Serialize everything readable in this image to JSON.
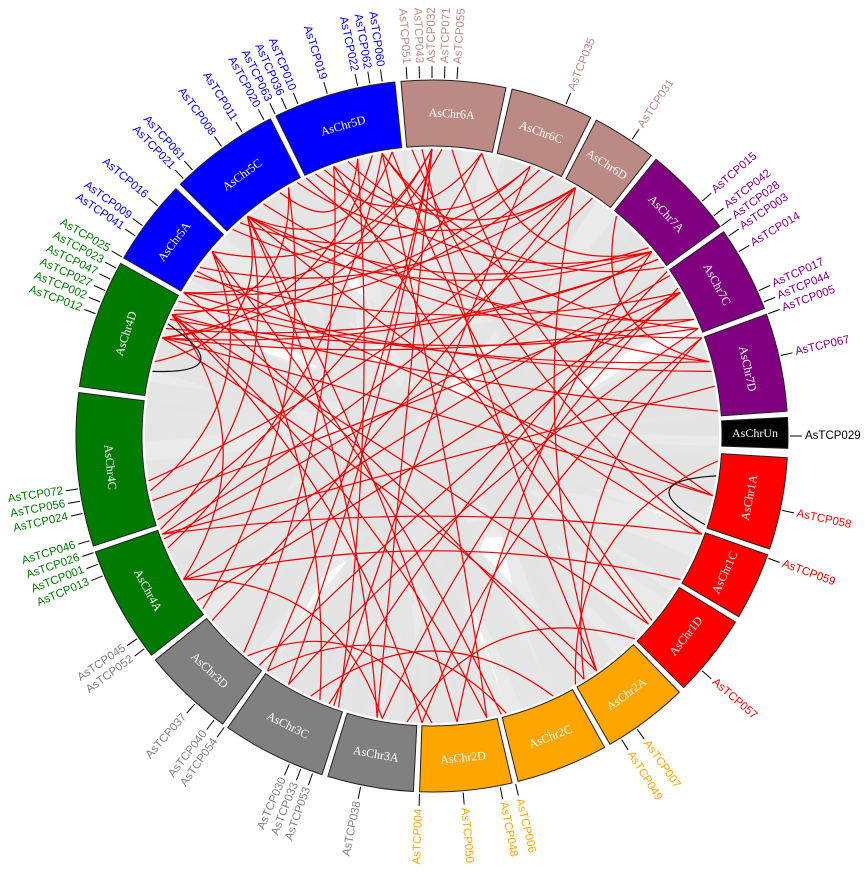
{
  "colors": {
    "link_background": "#e3e3e3",
    "link_highlight": "#ee0000",
    "link_other": "#111111",
    "ideogram_outline": "#222222"
  },
  "chromosomes": [
    {
      "name": "AsChr1A",
      "color": "#ff0000",
      "gene_color": "#ff0000",
      "genes": [
        "AsTCP058"
      ]
    },
    {
      "name": "AsChr1C",
      "color": "#ff0000",
      "gene_color": "#ff0000",
      "genes": [
        "AsTCP059"
      ]
    },
    {
      "name": "AsChr1D",
      "color": "#ff0000",
      "gene_color": "#ff0000",
      "genes": [
        "AsTCP057"
      ]
    },
    {
      "name": "AsChr2A",
      "color": "#ffa500",
      "gene_color": "#ffa500",
      "genes": [
        "AsTCP007",
        "AsTCP049"
      ]
    },
    {
      "name": "AsChr2C",
      "color": "#ffa500",
      "gene_color": "#ffa500",
      "genes": [
        "AsTCP006",
        "AsTCP048"
      ]
    },
    {
      "name": "AsChr2D",
      "color": "#ffa500",
      "gene_color": "#ffa500",
      "genes": [
        "AsTCP050",
        "AsTCP004"
      ]
    },
    {
      "name": "AsChr3A",
      "color": "#808080",
      "gene_color": "#808080",
      "genes": [
        "AsTCP038"
      ]
    },
    {
      "name": "AsChr3C",
      "color": "#808080",
      "gene_color": "#808080",
      "genes": [
        "AsTCP053",
        "AsTCP033",
        "AsTCP030",
        "AsTCP054",
        "AsTCP040"
      ]
    },
    {
      "name": "AsChr3D",
      "color": "#808080",
      "gene_color": "#808080",
      "genes": [
        "AsTCP037",
        "AsTCP052",
        "AsTCP045"
      ]
    },
    {
      "name": "AsChr4A",
      "color": "#007a00",
      "gene_color": "#007a00",
      "genes": [
        "AsTCP013",
        "AsTCP001",
        "AsTCP026",
        "AsTCP046",
        "AsTCP024",
        "AsTCP056",
        "AsTCP072"
      ]
    },
    {
      "name": "AsChr4C",
      "color": "#007a00",
      "gene_color": "#007a00",
      "genes": []
    },
    {
      "name": "AsChr4D",
      "color": "#007a00",
      "gene_color": "#007a00",
      "genes": [
        "AsTCP012",
        "AsTCP002",
        "AsTCP027",
        "AsTCP047",
        "AsTCP023",
        "AsTCP025"
      ]
    },
    {
      "name": "AsChr5A",
      "color": "#0000ff",
      "gene_color": "#0000ff",
      "genes": [
        "AsTCP041",
        "AsTCP009",
        "AsTCP016",
        "AsTCP021",
        "AsTCP061"
      ]
    },
    {
      "name": "AsChr5C",
      "color": "#0000ff",
      "gene_color": "#0000ff",
      "genes": [
        "AsTCP008",
        "AsTCP011",
        "AsTCP020",
        "AsTCP063",
        "AsTCP036"
      ]
    },
    {
      "name": "AsChr5D",
      "color": "#0000ff",
      "gene_color": "#0000ff",
      "genes": [
        "AsTCP010",
        "AsTCP019",
        "AsTCP022",
        "AsTCP062",
        "AsTCP060"
      ]
    },
    {
      "name": "AsChr6A",
      "color": "#bc8a85",
      "gene_color": "#bc8a85",
      "genes": [
        "AsTCP051",
        "AsTCP043",
        "AsTCP032",
        "AsTCP071",
        "AsTCP055"
      ]
    },
    {
      "name": "AsChr6C",
      "color": "#bc8a85",
      "gene_color": "#bc8a85",
      "genes": [
        "AsTCP035"
      ]
    },
    {
      "name": "AsChr6D",
      "color": "#bc8a85",
      "gene_color": "#bc8a85",
      "genes": [
        "AsTCP031"
      ]
    },
    {
      "name": "AsChr7A",
      "color": "#800080",
      "gene_color": "#800080",
      "genes": [
        "AsTCP015",
        "AsTCP042",
        "AsTCP028",
        "AsTCP003",
        "AsTCP014"
      ]
    },
    {
      "name": "AsChr7C",
      "color": "#800080",
      "gene_color": "#800080",
      "genes": [
        "AsTCP017",
        "AsTCP044",
        "AsTCP005"
      ]
    },
    {
      "name": "AsChr7D",
      "color": "#800080",
      "gene_color": "#800080",
      "genes": [
        "AsTCP067"
      ]
    },
    {
      "name": "AsChrUn",
      "color": "#000000",
      "gene_color": "#000000",
      "genes": [
        "AsTCP029"
      ]
    }
  ]
}
